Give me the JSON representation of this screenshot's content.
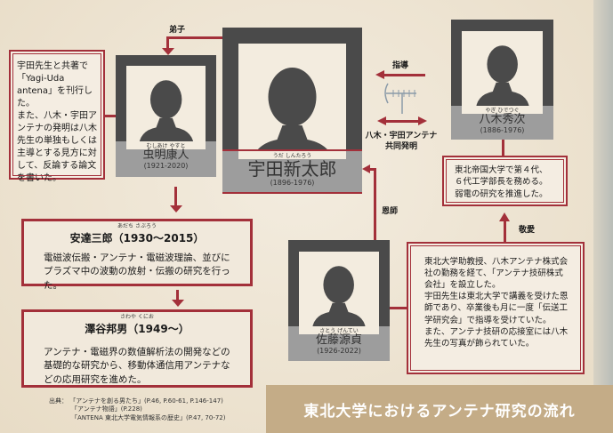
{
  "title": "東北大学におけるアンテナ研究の流れ",
  "people": {
    "uda": {
      "ruby": "うだ しんたろう",
      "name": "宇田新太郎",
      "years": "(1896-1976)"
    },
    "yagi": {
      "ruby": "やぎ ひでつぐ",
      "name": "八木秀次",
      "years": "(1886-1976)"
    },
    "mushiake": {
      "ruby": "むしあけ やすと",
      "name": "虫明康人",
      "years": "(1921-2020)"
    },
    "sato": {
      "ruby": "さとう げんてい",
      "name": "佐藤源貞",
      "years": "(1926-2022)"
    },
    "adachi": {
      "ruby": "あだち さぶろう",
      "name": "安達三郎（1930～2015）",
      "desc": "電磁波伝搬・アンテナ・電磁波理論、並びにプラズマ中の波動の放射・伝搬の研究を行った。"
    },
    "sawaya": {
      "ruby": "さわや くにお",
      "name": "澤谷邦男（1949～）",
      "desc": "アンテナ・電磁界の数値解析法の開発などの基礎的な研究から、移動体通信用アンテナなどの応用研究を進めた。"
    }
  },
  "notes": {
    "mushiake": "宇田先生と共著で「Yagi-Uda antena」を刊行した。\nまた、八木・宇田アンテナの発明は八木先生の単独もしくは主導とする見方に対して、反論する論文を書いた。",
    "yagi": "東北帝国大学で第４代、６代工学部長を務める。弱電の研究を推進した。",
    "sato": "東北大学助教授、八木アンテナ株式会社の勤務を経て、「アンテナ技研株式会社」を設立した。\n宇田先生は東北大学で講義を受けた恩師であり、卒業後も月に一度「伝送工学研究会」で指導を受けていた。\nまた、アンテナ技研の応接室には八木先生の写真が飾られていた。"
  },
  "relations": {
    "deshi": "弟子",
    "shido": "指導",
    "joint": "八木・宇田アンテナ\n共同発明",
    "onshi": "恩師",
    "keiai": "敬愛"
  },
  "citation": {
    "label": "出典：",
    "lines": [
      "「アンテナを創る男たち」(P.46, P.60-61, P.146-147)",
      "「アンテナ物語」(P.228)",
      "「ANTENA 東北大学電気情報系の歴史」(P.47, 70-72)"
    ]
  },
  "colors": {
    "accent": "#a3303a",
    "band": "#c4ac87"
  }
}
